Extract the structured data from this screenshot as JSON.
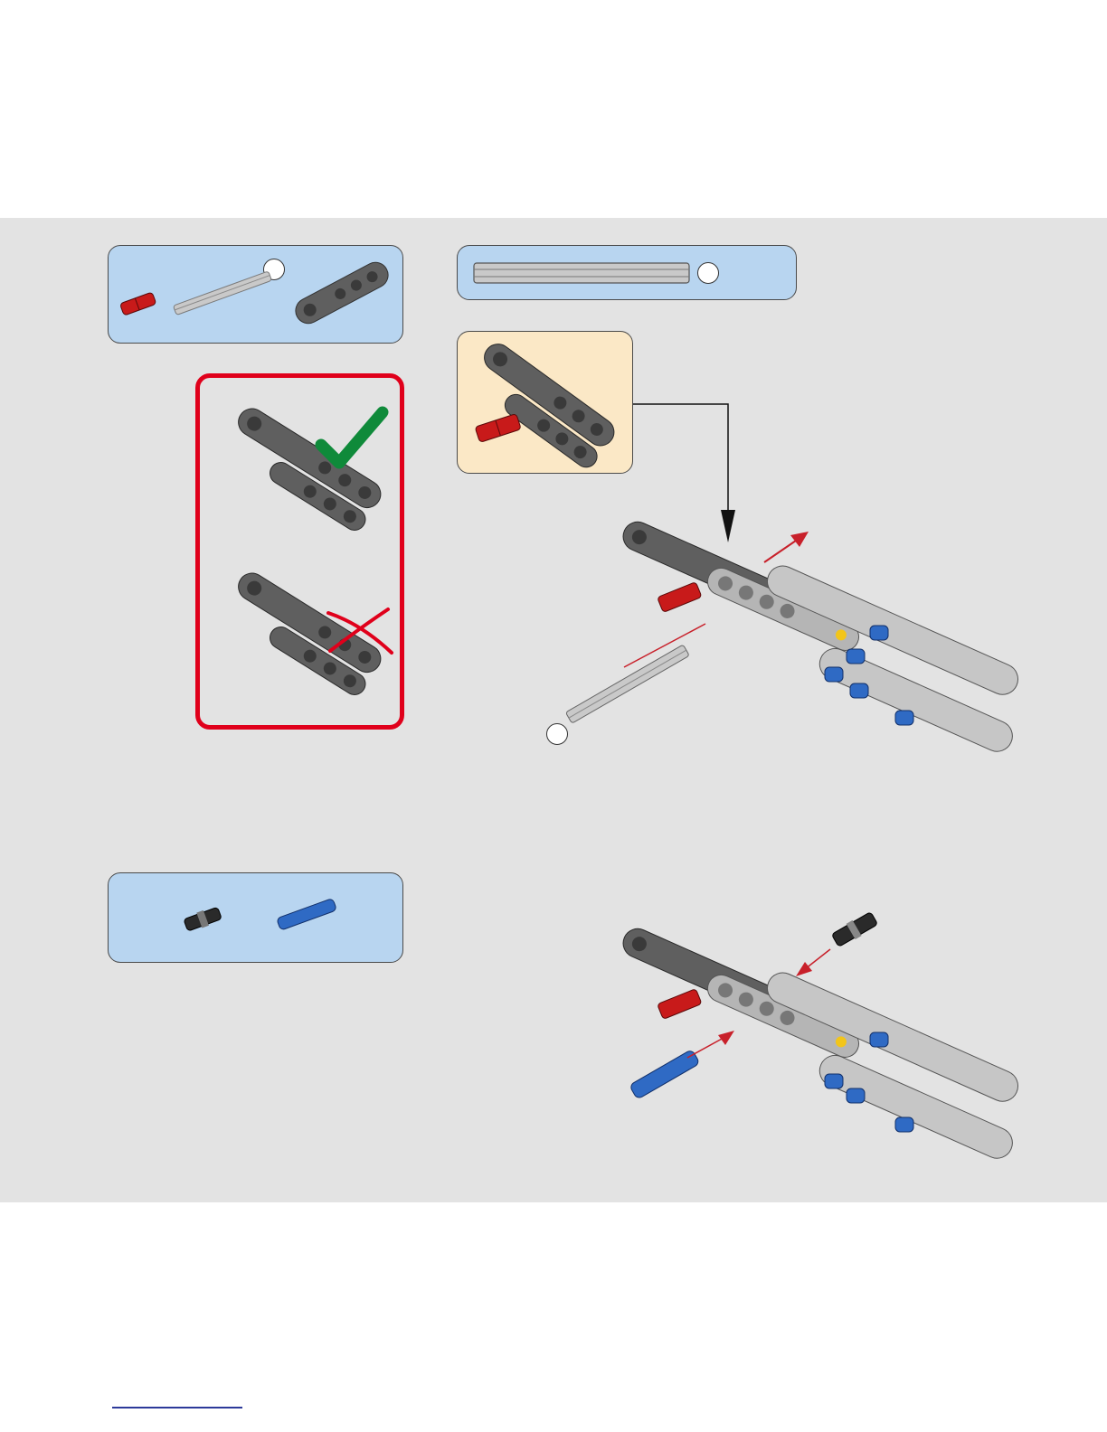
{
  "page": {
    "background": "#ffffff",
    "band_color": "#e3e3e3"
  },
  "colors": {
    "parts_box": "#b8d5f0",
    "sub_box": "#fbe8c6",
    "warning_frame": "#e0001b",
    "check": "#0f8a3a",
    "cross": "#e0001b",
    "arrow": "#c8202a",
    "beam_dark": "#5f5f5f",
    "beam_light": "#b5b5b5",
    "pin_blue": "#2f6ac4",
    "pin_red": "#c81a1a"
  },
  "parts_lists": [
    {
      "name": "parts-list-step1",
      "parts": [
        "red-axle-pin",
        "grey-axle",
        "dark-grey-liftarm"
      ]
    },
    {
      "name": "parts-list-step1-axle",
      "parts": [
        "long-grey-axle"
      ]
    },
    {
      "name": "parts-list-step2",
      "parts": [
        "black-pin-with-bush",
        "blue-long-pin"
      ]
    }
  ],
  "warning": {
    "correct_icon": "check-icon",
    "incorrect_icon": "cross-icon"
  }
}
